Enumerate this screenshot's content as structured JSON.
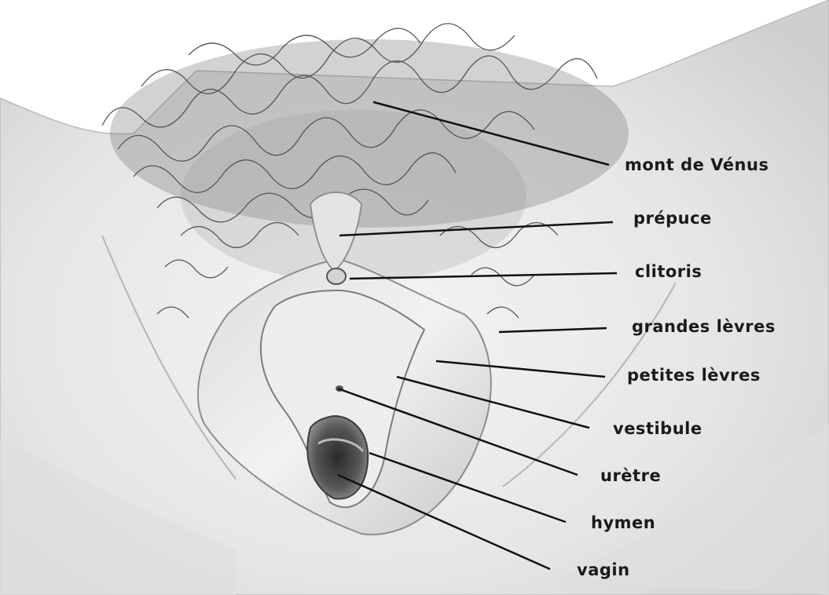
{
  "labels": {
    "mont_de_venus": "mont de Vénus",
    "prepuce": "prépuce",
    "clitoris": "clitoris",
    "grandes_levres": "grandes lèvres",
    "petites_levres": "petites lèvres",
    "vestibule": "vestibule",
    "uretre": "urètre",
    "hymen": "hymen",
    "vagin": "vagin"
  },
  "colors": {
    "background": "#ffffff",
    "skin": "#ececec",
    "shadow": "#555555",
    "hair": "#3a3a3a",
    "leader_line": "#111111",
    "label_text": "#1a1a1a"
  }
}
